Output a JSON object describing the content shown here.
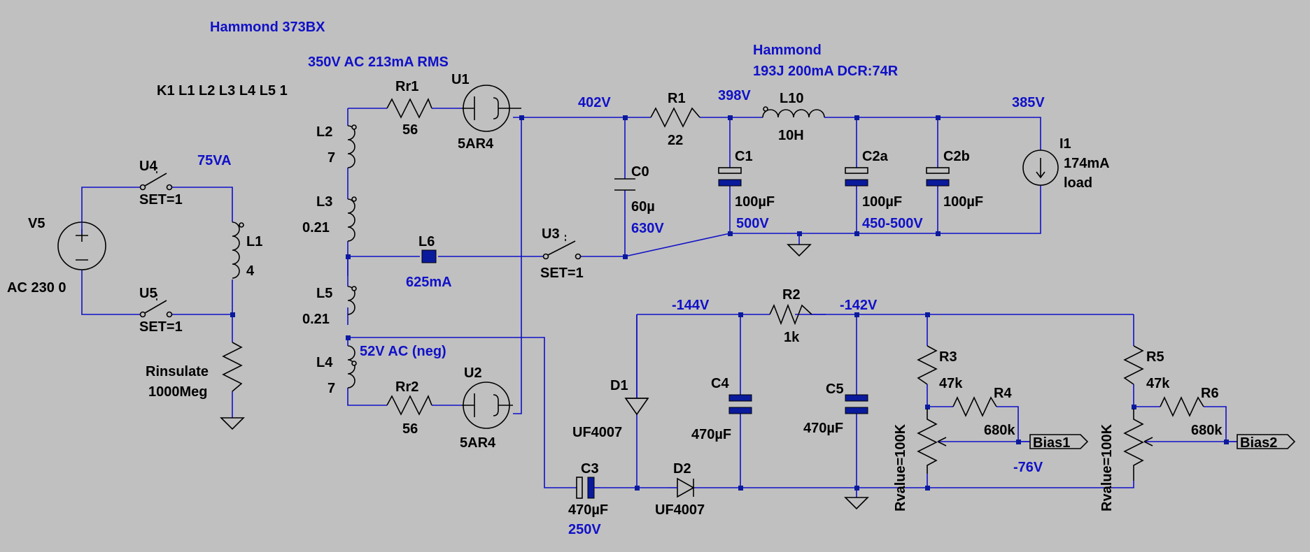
{
  "annotations": {
    "transformer": "Hammond 373BX",
    "secondary": "350V AC  213mA RMS",
    "coupling": "K1 L1 L2 L3 L4 L5 1",
    "choke_line1": "Hammond",
    "choke_line2": "193J 200mA DCR:74R",
    "va": "75VA",
    "v402": "402V",
    "v398": "398V",
    "v385": "385V",
    "v630": "630V",
    "v500": "500V",
    "v450_500": "450-500V",
    "i625": "625mA",
    "neg_ac": "52V AC (neg)",
    "vm144": "-144V",
    "vm142": "-142V",
    "vm76": "-76V",
    "v250": "250V"
  },
  "components": {
    "V5": {
      "name": "V5",
      "value": "AC 230 0"
    },
    "U4": {
      "name": "U4",
      "value": "SET=1"
    },
    "U5": {
      "name": "U5",
      "value": "SET=1"
    },
    "U3": {
      "name": "U3",
      "value": "SET=1"
    },
    "L1": {
      "name": "L1",
      "value": "4"
    },
    "L2": {
      "name": "L2",
      "value": "7"
    },
    "L3": {
      "name": "L3",
      "value": "0.21"
    },
    "L5": {
      "name": "L5",
      "value": "0.21"
    },
    "L4": {
      "name": "L4",
      "value": "7"
    },
    "L6": {
      "name": "L6"
    },
    "L10": {
      "name": "L10",
      "value": "10H"
    },
    "Rinsulate": {
      "name": "Rinsulate",
      "value": "1000Meg"
    },
    "Rr1": {
      "name": "Rr1",
      "value": "56"
    },
    "Rr2": {
      "name": "Rr2",
      "value": "56"
    },
    "U1": {
      "name": "U1",
      "value": "5AR4"
    },
    "U2": {
      "name": "U2",
      "value": "5AR4"
    },
    "R1": {
      "name": "R1",
      "value": "22"
    },
    "R2": {
      "name": "R2",
      "value": "1k"
    },
    "R3": {
      "name": "R3",
      "value": "47k"
    },
    "R4": {
      "name": "R4",
      "value": "680k"
    },
    "R5": {
      "name": "R5",
      "value": "47k"
    },
    "R6": {
      "name": "R6",
      "value": "680k"
    },
    "C0": {
      "name": "C0",
      "value": "60µ"
    },
    "C1": {
      "name": "C1",
      "value": "100µF"
    },
    "C2a": {
      "name": "C2a",
      "value": "100µF"
    },
    "C2b": {
      "name": "C2b",
      "value": "100µF"
    },
    "C3": {
      "name": "C3",
      "value": "470µF"
    },
    "C4": {
      "name": "C4",
      "value": "470µF"
    },
    "C5": {
      "name": "C5",
      "value": "470µF"
    },
    "D1": {
      "name": "D1",
      "value": "UF4007"
    },
    "D2": {
      "name": "D2",
      "value": "UF4007"
    },
    "I1": {
      "name": "I1",
      "value": "174mA",
      "value2": "load"
    },
    "Pot1": {
      "value": "Rvalue=100K"
    },
    "Pot2": {
      "value": "Rvalue=100K"
    }
  },
  "ports": {
    "bias1": "Bias1",
    "bias2": "Bias2"
  },
  "colors": {
    "background": "#c0c0c0",
    "wire": "#1010c8",
    "component": "#000000",
    "annotation": "#1010c8"
  }
}
